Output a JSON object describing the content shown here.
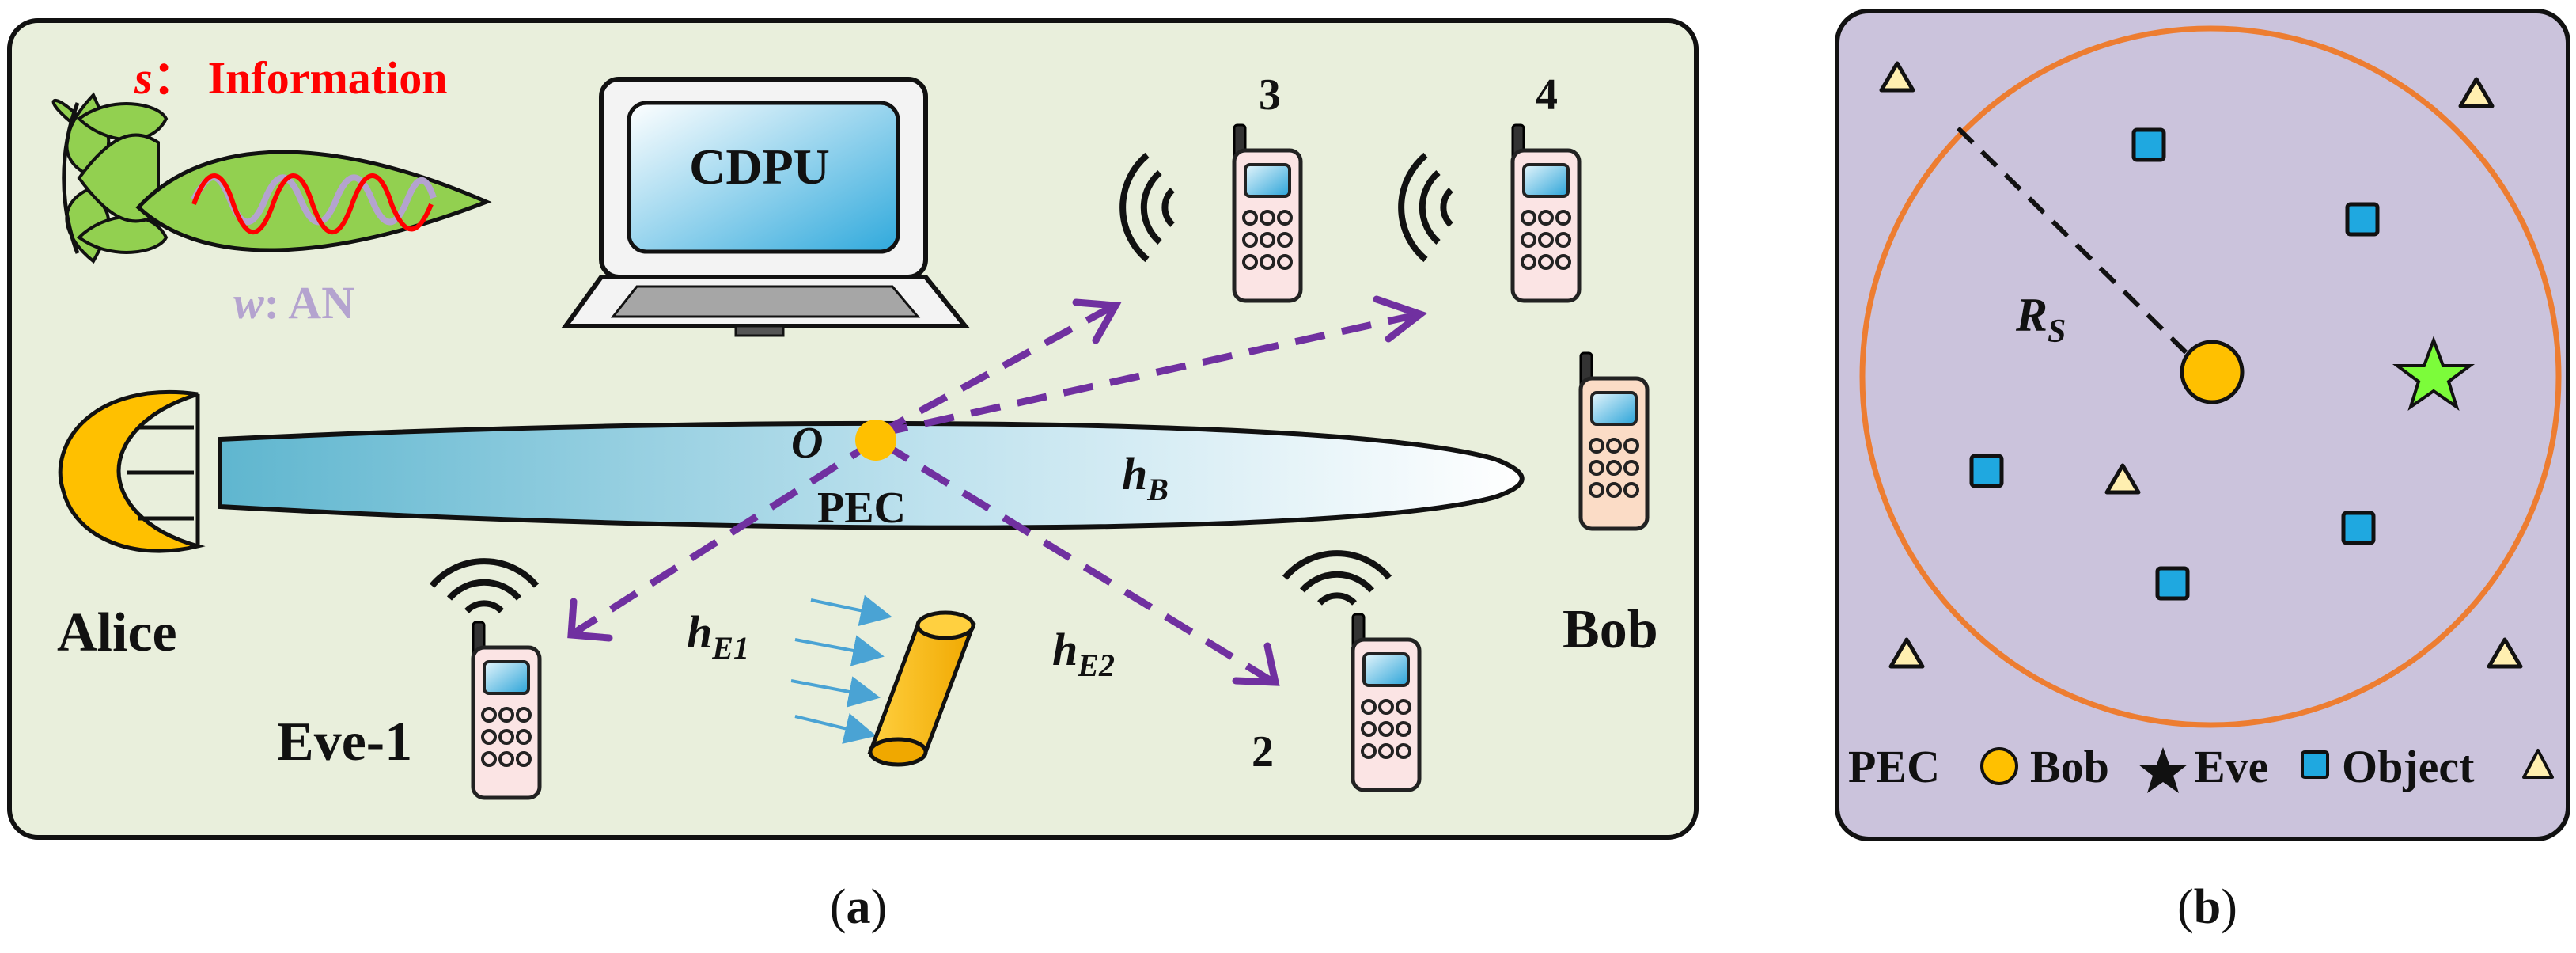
{
  "panel_a": {
    "caption": "(a)",
    "signal_s_symbol": "s",
    "signal_s_sep": "：",
    "signal_s_text": "Information",
    "signal_w_symbol": "w",
    "signal_w_text": ": AN",
    "cdpu_label": "CDPU",
    "origin_label": "O",
    "pec_label": "PEC",
    "hb_main": "h",
    "hb_sub": "B",
    "he1_main": "h",
    "he1_sub": "E1",
    "he2_main": "h",
    "he2_sub": "E2",
    "alice_label": "Alice",
    "bob_label": "Bob",
    "eve1_label": "Eve-1",
    "user2_label": "2",
    "user3_label": "3",
    "user4_label": "4"
  },
  "panel_b": {
    "caption": "(b)",
    "radius_main": "R",
    "radius_sub": "S",
    "legend": {
      "pec": "PEC",
      "bob": "Bob",
      "eve": "Eve",
      "object": "Object"
    }
  },
  "colors": {
    "panel_a_bg": "#e9efdc",
    "panel_b_bg": "#cbc3dc",
    "arrow_purple": "#7030a0",
    "information_red": "#ff0000",
    "an_lavender": "#b4a3cf",
    "pec_orange": "#ffc000",
    "circle_orange": "#ed7d31",
    "eve_green": "#7cfc3a",
    "object_blue": "#1fa8e0",
    "object_yellow": "#ffefb0",
    "leaf_green": "#92d050"
  }
}
